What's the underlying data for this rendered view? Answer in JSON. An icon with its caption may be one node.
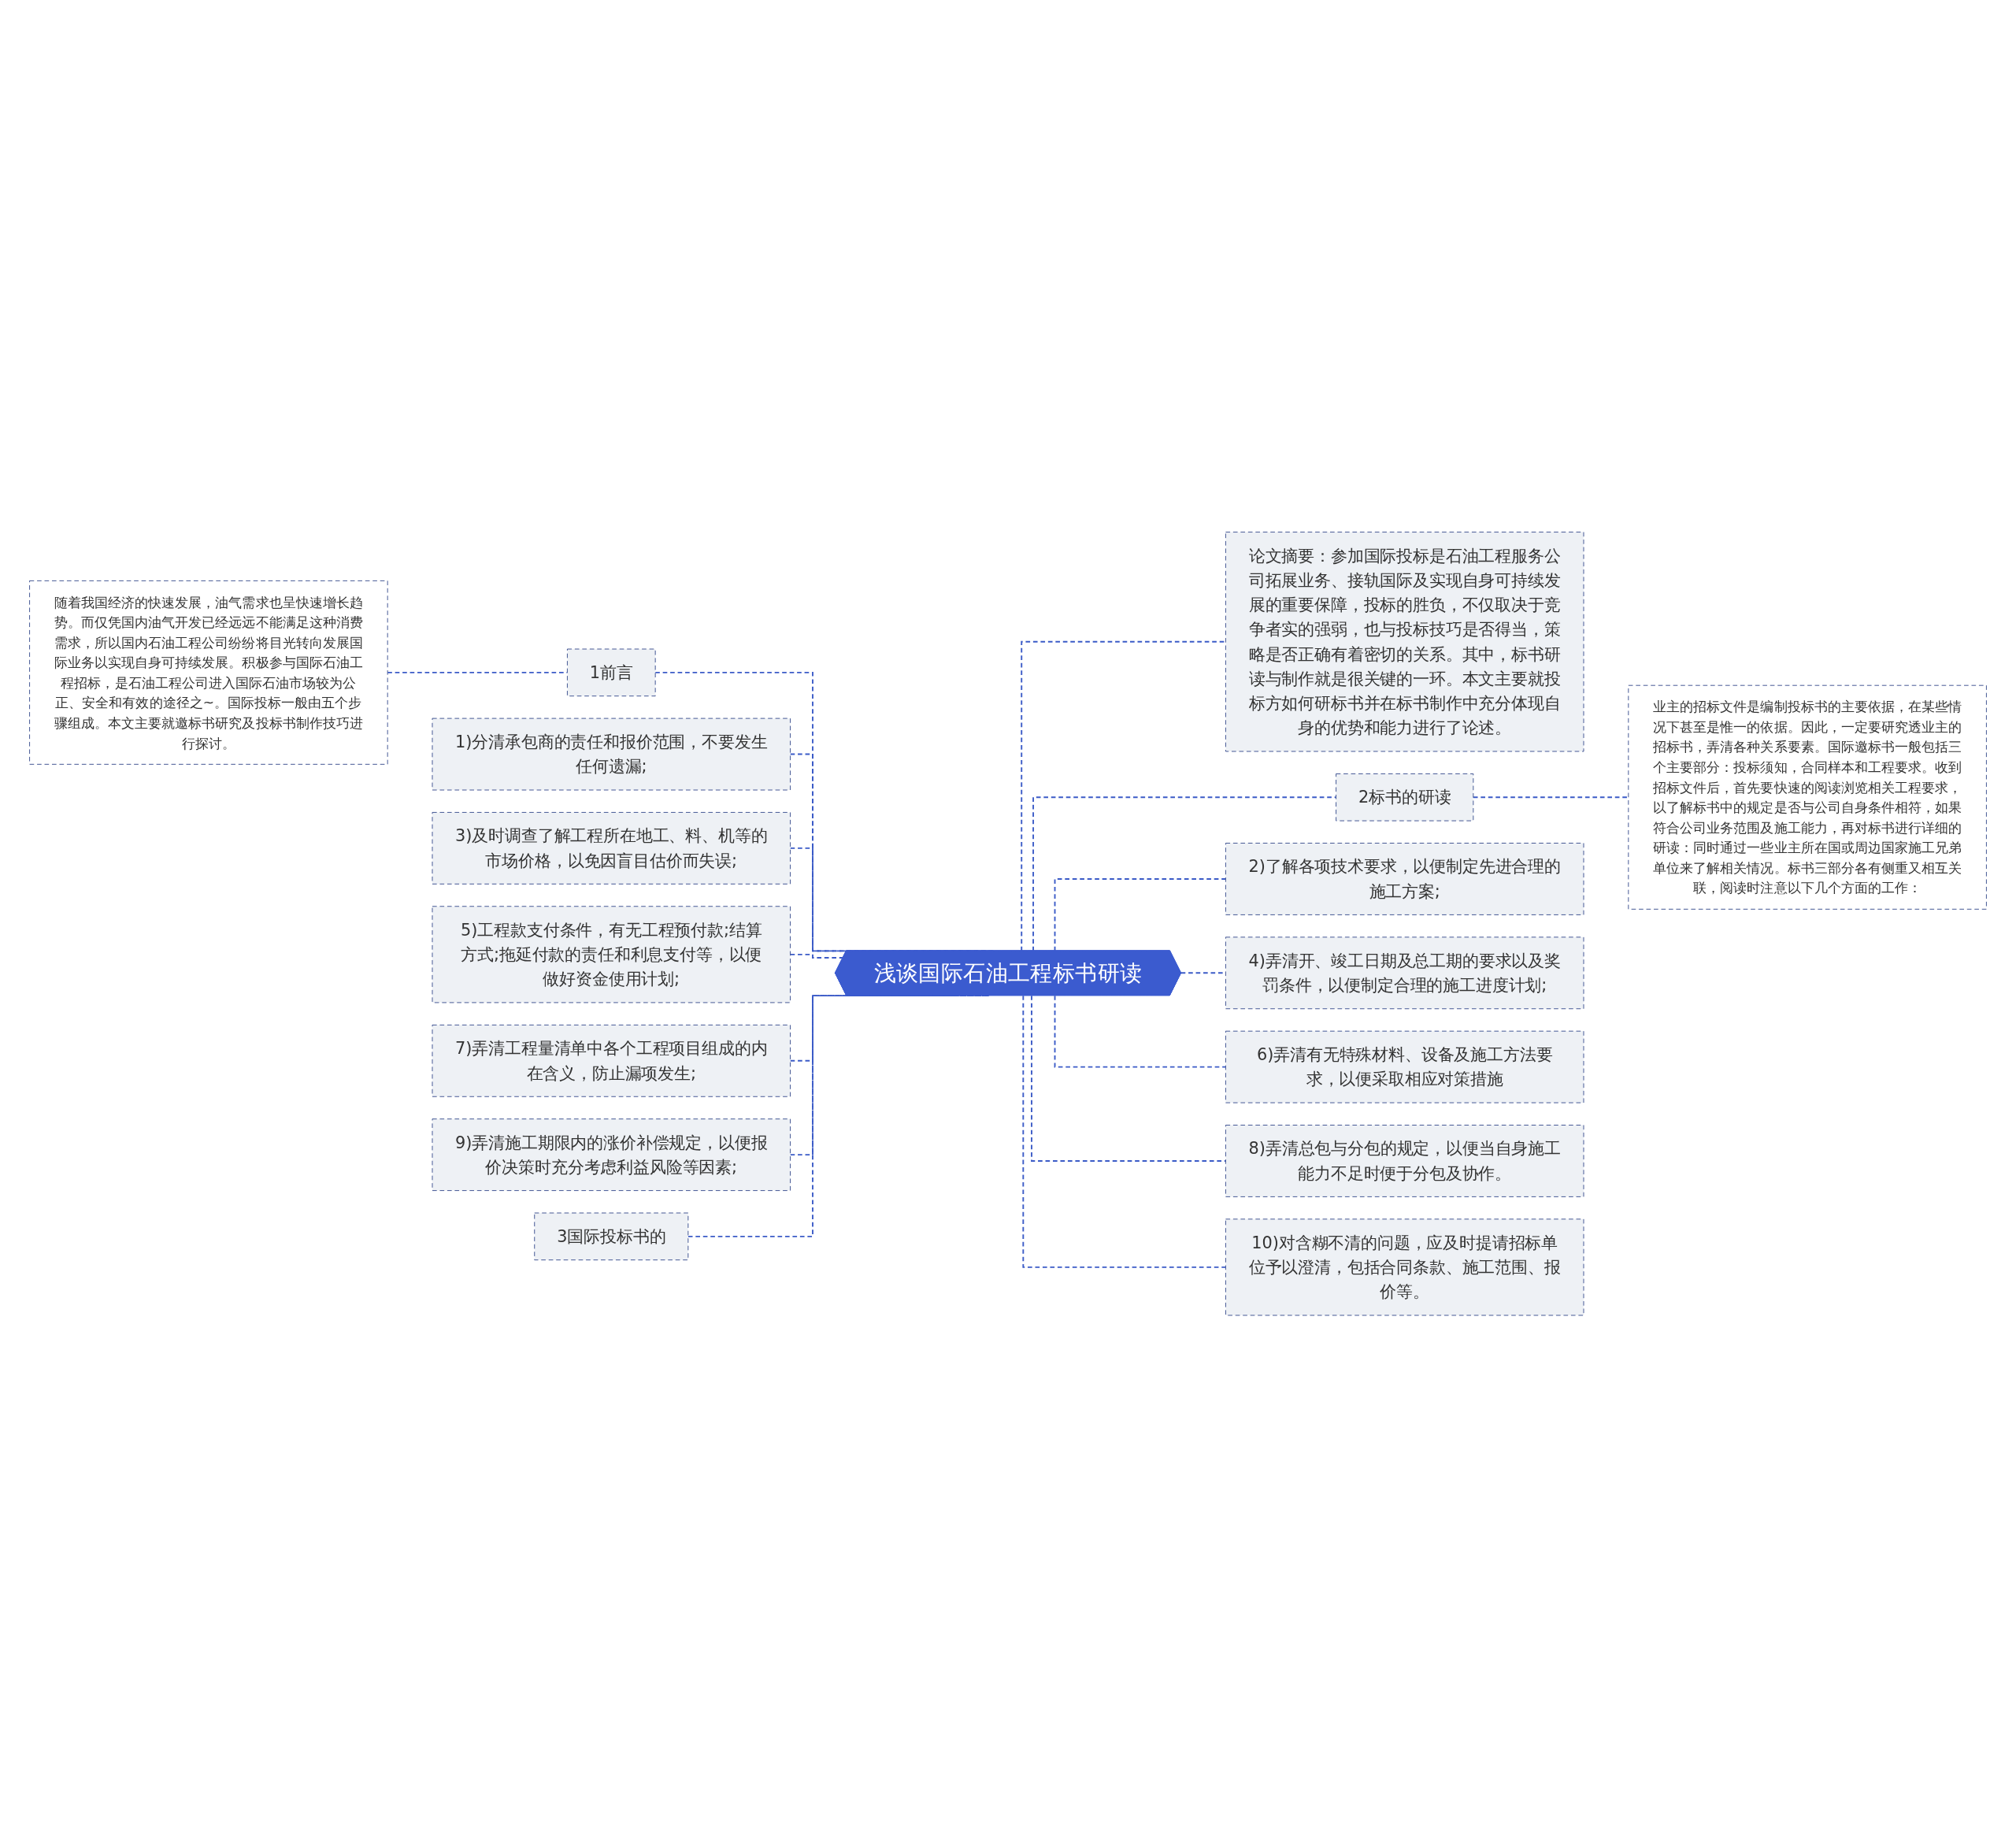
{
  "diagram": {
    "nodes": [
      {
        "text": [
          "浅谈国际石油工程标书研读"
        ]
      },
      {
        "text": [
          "1前言"
        ]
      },
      {
        "text": [
          "随着我国经济的快速发展，油气需求也呈快速增长趋势。而仅凭国内油气开发已经远远不能满足这种消费需求，所以国内石油工程公司纷纷将目光转向发展国际业务以实现自身可持续发展。积极参与国际石油工程招标，是石油工程公司进入国际石油市场较为公正、安全和有效的途径之~。国际投标一般由五个步骤组成。本文主要就邀标书研究及投标书制作技巧进行探讨。"
        ]
      },
      {
        "text": [
          "1)分清承包商的责任和报价范围，不要发生任何遗漏;"
        ]
      },
      {
        "text": [
          "3)及时调查了解工程所在地工、料、机等的市场价格，以免因盲目估价而失误;"
        ]
      },
      {
        "text": [
          "5)工程款支付条件，有无工程预付款;结算方式;拖延付款的责任和利息支付等，以便做好资金使用计划;"
        ]
      },
      {
        "text": [
          "7)弄清工程量清单中各个工程项目组成的内在含义，防止漏项发生;"
        ]
      },
      {
        "text": [
          "9)弄清施工期限内的涨价补偿规定，以便报价决策时充分考虑利益风险等因素;"
        ]
      },
      {
        "text": [
          "3国际投标书的"
        ]
      },
      {
        "text": [
          "论文摘要：参加国际投标是石油工程服务公司拓展业务、接轨国际及实现自身可持续发展的重要保障，投标的胜负，不仅取决于竞争者实的强弱，也与投标技巧是否得当，策略是否正确有着密切的关系。其中，标书研读与制作就是很关键的一环。本文主要就投标方如何研标书并在标书制作中充分体现自身的优势和能力进行了论述。"
        ]
      },
      {
        "text": [
          "2标书的研读"
        ]
      },
      {
        "text": [
          "业主的招标文件是编制投标书的主要依据，在某些情况下甚至是惟一的依据。因此，一定要研究透业主的招标书，弄清各种关系要素。国际邀标书一般包括三个主要部分：投标须知，合同样本和工程要求。收到招标文件后，首先要快速的阅读浏览相关工程要求，以了解标书中的规定是否与公司自身条件相符，如果符合公司业务范围及施工能力，再对标书进行详细的研读：同时通过一些业主所在国或周边国家施工兄弟单位来了解相关情况。标书三部分各有侧重又相互关联，阅读时注意以下几个方面的工作："
        ]
      },
      {
        "text": [
          "2)了解各项技术要求，以便制定先进合理的施工方案;"
        ]
      },
      {
        "text": [
          "4)弄清开、竣工日期及总工期的要求以及奖罚条件，以便制定合理的施工进度计划;"
        ]
      },
      {
        "text": [
          "6)弄清有无特殊材料、设备及施工方法要求，以便采取相应对策措施"
        ]
      },
      {
        "text": [
          "8)弄清总包与分包的规定，以便当自身施工能力不足时便于分包及协作。"
        ]
      },
      {
        "text": [
          "10)对含糊不清的问题，应及时提请招标单位予以澄清，包括合同条款、施工范围、报价等。"
        ]
      }
    ],
    "edges": [
      {
        "from": 0,
        "to": 1,
        "arrow": "none",
        "style": "dashed"
      },
      {
        "from": 1,
        "to": 2,
        "arrow": "none",
        "style": "dashed"
      },
      {
        "from": 0,
        "to": 3,
        "arrow": "none",
        "style": "dashed"
      },
      {
        "from": 0,
        "to": 4,
        "arrow": "none",
        "style": "dashed"
      },
      {
        "from": 0,
        "to": 5,
        "arrow": "none",
        "style": "dashed"
      },
      {
        "from": 0,
        "to": 6,
        "arrow": "none",
        "style": "dashed"
      },
      {
        "from": 0,
        "to": 7,
        "arrow": "none",
        "style": "dashed"
      },
      {
        "from": 0,
        "to": 8,
        "arrow": "none",
        "style": "dashed"
      },
      {
        "from": 0,
        "to": 9,
        "arrow": "none",
        "style": "dashed"
      },
      {
        "from": 0,
        "to": 10,
        "arrow": "none",
        "style": "dashed"
      },
      {
        "from": 10,
        "to": 11,
        "arrow": "none",
        "style": "dashed"
      },
      {
        "from": 0,
        "to": 12,
        "arrow": "none",
        "style": "dashed"
      },
      {
        "from": 0,
        "to": 13,
        "arrow": "none",
        "style": "dashed"
      },
      {
        "from": 0,
        "to": 14,
        "arrow": "none",
        "style": "dashed"
      },
      {
        "from": 0,
        "to": 15,
        "arrow": "none",
        "style": "dashed"
      },
      {
        "from": 0,
        "to": 16,
        "arrow": "none",
        "style": "dashed"
      }
    ]
  }
}
